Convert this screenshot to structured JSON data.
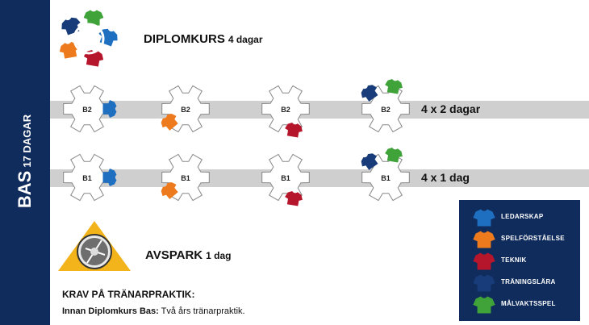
{
  "colors": {
    "ledarskap": "#1f6fc1",
    "spelforstaelse": "#ee7a1e",
    "teknik": "#b5162b",
    "traningslara": "#173c79",
    "malvaktsspel": "#3fa33a",
    "navy": "#0f2c5c",
    "band": "#cfcfcf"
  },
  "sidebar": {
    "title": "BAS",
    "subtitle": "17 DAGAR"
  },
  "diplomkurs": {
    "title": "DIPLOMKURS",
    "duration": "4 dagar"
  },
  "rows": [
    {
      "id": "b2",
      "duration": "4 x 2 dagar",
      "items": [
        {
          "label": "B2",
          "piece": "ledarskap"
        },
        {
          "label": "B2",
          "piece": "spelforstaelse"
        },
        {
          "label": "B2",
          "piece": "teknik"
        },
        {
          "label": "B2",
          "piece": "traningslara+malvaktsspel"
        }
      ]
    },
    {
      "id": "b1",
      "duration": "4 x 1 dag",
      "items": [
        {
          "label": "B1",
          "piece": "ledarskap"
        },
        {
          "label": "B1",
          "piece": "spelforstaelse"
        },
        {
          "label": "B1",
          "piece": "teknik"
        },
        {
          "label": "B1",
          "piece": "traningslara+malvaktsspel"
        }
      ]
    }
  ],
  "avspark": {
    "title": "AVSPARK",
    "duration": "1 dag"
  },
  "requirements": {
    "title": "KRAV PÅ TRÄNARPRAKTIK:",
    "label": "Innan Diplomkurs Bas:",
    "text": "Två års tränarpraktik."
  },
  "legend": [
    {
      "label": "LEDARSKAP",
      "color_key": "ledarskap"
    },
    {
      "label": "SPELFÖRSTÅELSE",
      "color_key": "spelforstaelse"
    },
    {
      "label": "TEKNIK",
      "color_key": "teknik"
    },
    {
      "label": "TRÄNINGSLÄRA",
      "color_key": "traningslara"
    },
    {
      "label": "MÅLVAKTSSPEL",
      "color_key": "malvaktsspel"
    }
  ]
}
